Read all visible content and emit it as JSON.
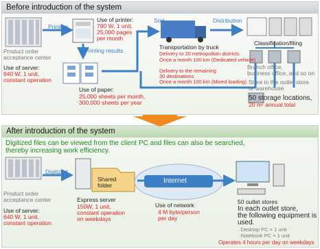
{
  "before": {
    "title": "Before introduction of the system",
    "printing": "Printing",
    "printer_label": "Use of printer:",
    "printer_specs": [
      "780 W, 1 unit,",
      "25,000 pages",
      "per month"
    ],
    "printing_results": "Printing results",
    "product_center": [
      "Product order",
      "acceptance center"
    ],
    "server_label": "Use of server:",
    "server_specs": [
      "640 W, 1 unit,",
      "constant operation"
    ],
    "paper_label": "Use of paper:",
    "paper_specs": [
      "25,000 sheets per month,",
      "300,000 sheets per year"
    ],
    "sort": "Sort",
    "distribution": "Distribution",
    "classification": "Classification/filing",
    "truck_label": "Transportation by truck",
    "truck_line1": "Delivery to 20 metropolitan districts",
    "truck_line2": "Once a month 100 km (Dedicated vehicle)",
    "remaining_line1": "Delivery to the remaining",
    "remaining_line2": "30 destinations",
    "remaining_line3": "Once a month 100 km (Mixed loading)",
    "branch": [
      "Branch office,",
      "business office, and so on"
    ],
    "store": [
      "Store in the outlet store",
      "or warehouse"
    ],
    "storage_count": "50 storage locations,",
    "storage_area": "20 m² annual total"
  },
  "after": {
    "title": "After introduction of the system",
    "headline": [
      "Digitized files can be viewed from the client PC and files can also be searched,",
      "thereby increasing work efficiency."
    ],
    "digitized": "Digitized",
    "shared_folder": [
      "Shared",
      "folder"
    ],
    "internet": "Internet",
    "product_center": [
      "Product order",
      "acceptance center"
    ],
    "server_label": "Use of server:",
    "server_specs": [
      "640 W, 1 unit,",
      "constant operation"
    ],
    "express_label": "Express server",
    "express_specs": [
      "150W, 1 unit,",
      "constant operation",
      "on weekdays"
    ],
    "network_label": "Use of network",
    "network_specs": [
      "4 M byte/person",
      "per day"
    ],
    "outlet": [
      "50 outlet stores",
      "In each outlet store,",
      "the following equipment is",
      "used."
    ],
    "equipment": [
      "· Desktop PC × 1 unit",
      "· Notebook PC × 1 unit"
    ],
    "hours": "Operates 4 hours per day on weekdays"
  },
  "colors": {
    "accent_blue": "#3b7fc4",
    "accent_red": "#e02020",
    "accent_green": "#1f8a1f",
    "arrow_orange": "#f08a1c"
  }
}
